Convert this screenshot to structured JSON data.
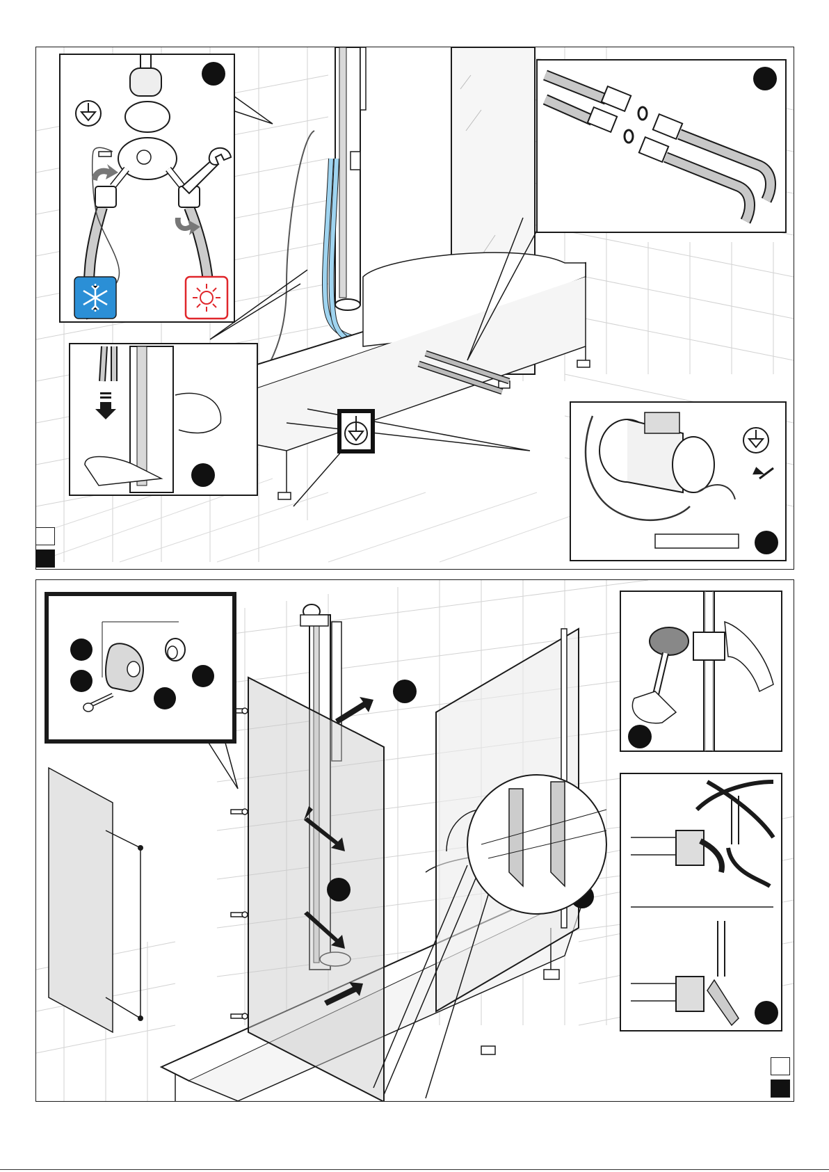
{
  "document": {
    "type": "assembly instructions",
    "pages": [
      {
        "id": "top",
        "steps": [
          {
            "id": "valve-connection",
            "badge_color": "#111111"
          },
          {
            "id": "hose-connection",
            "badge_color": "#111111"
          },
          {
            "id": "column-grounding",
            "badge_color": "#111111"
          },
          {
            "id": "pump-grounding",
            "badge_color": "#111111"
          }
        ],
        "icons": [
          "ground-symbol-icon",
          "snowflake-icon",
          "sun-icon",
          "wrench-icon"
        ]
      },
      {
        "id": "bottom",
        "steps": [
          {
            "id": "panel-fixing-parts"
          },
          {
            "id": "hammer-seal"
          },
          {
            "id": "seal-profile"
          }
        ]
      }
    ],
    "colors": {
      "cold": "#2b8fd6",
      "hot": "#e0262b",
      "hose_blue": "#9fd4f0",
      "line": "#1a1a1a",
      "tile": "#cfcfcf"
    }
  }
}
